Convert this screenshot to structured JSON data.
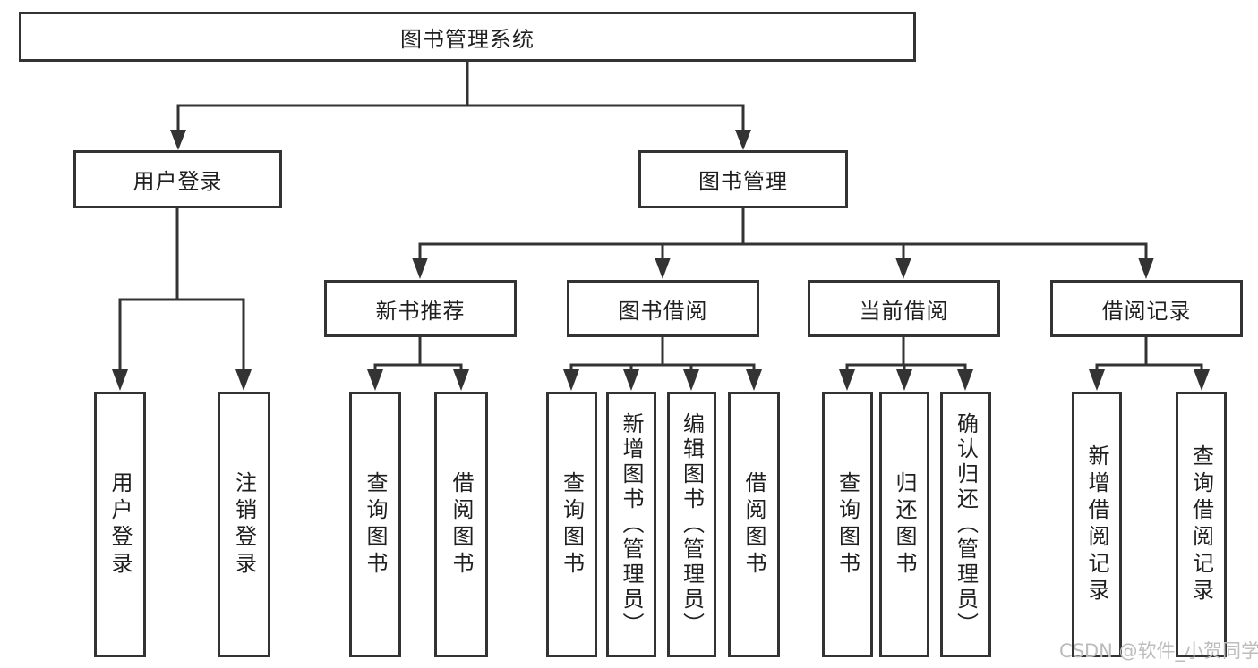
{
  "diagram": {
    "title": "图书管理系统",
    "level1": {
      "user_login": "用户登录",
      "book_management": "图书管理"
    },
    "level2": {
      "new_book_recommend": "新书推荐",
      "book_borrow": "图书借阅",
      "current_borrow": "当前借阅",
      "borrow_record": "借阅记录"
    },
    "leaves": {
      "user_login": "用户登录",
      "logout": "注销登录",
      "query_books_1": "查询图书",
      "borrow_books_1": "借阅图书",
      "query_books_2": "查询图书",
      "add_books_admin": "新增图书（管理员）",
      "edit_books_admin": "编辑图书（管理员）",
      "borrow_books_2": "借阅图书",
      "query_books_3": "查询图书",
      "return_books": "归还图书",
      "confirm_return_admin": "确认归还（管理员）",
      "add_borrow_record": "新增借阅记录",
      "query_borrow_record": "查询借阅记录"
    }
  },
  "watermark": {
    "text": "CSDN @软件_小贺同学"
  },
  "colors": {
    "line": "#333333",
    "text": "#1f1f1f",
    "watermark": "#bcbcbc",
    "background": "#ffffff"
  }
}
